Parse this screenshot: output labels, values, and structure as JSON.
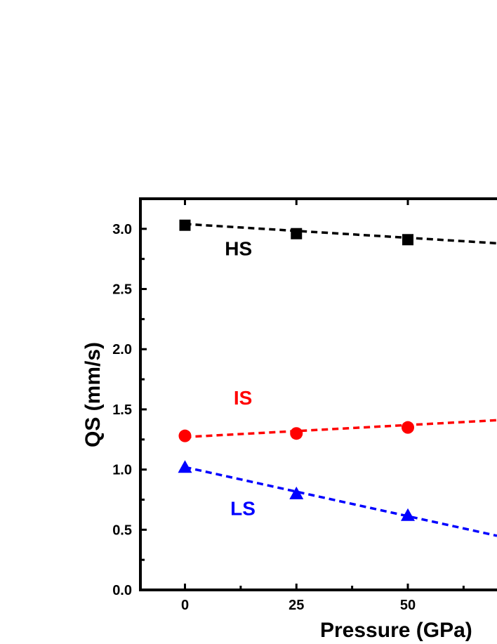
{
  "chart_data": {
    "type": "line",
    "xlabel": "Pressure (GPa)",
    "ylabel": "QS (mm/s)",
    "xlim": [
      -10,
      70
    ],
    "ylim": [
      0.0,
      3.25
    ],
    "x_ticks": [
      0,
      25,
      50
    ],
    "x_tick_labels": [
      "0",
      "25",
      "50"
    ],
    "y_ticks": [
      0.0,
      0.5,
      1.0,
      1.5,
      2.0,
      2.5,
      3.0
    ],
    "y_tick_labels": [
      "0.0",
      "0.5",
      "1.0",
      "1.5",
      "2.0",
      "2.5",
      "3.0"
    ],
    "x": [
      0,
      25,
      50
    ],
    "series": [
      {
        "name": "HS",
        "color": "#000000",
        "marker": "square",
        "values": [
          3.03,
          2.96,
          2.91
        ],
        "trend": [
          [
            0,
            3.04
          ],
          [
            70,
            2.88
          ]
        ],
        "label_pos": [
          12,
          2.78
        ]
      },
      {
        "name": "IS",
        "color": "#ff0000",
        "marker": "circle",
        "values": [
          1.28,
          1.3,
          1.35
        ],
        "trend": [
          [
            0,
            1.27
          ],
          [
            70,
            1.41
          ]
        ],
        "label_pos": [
          13,
          1.54
        ]
      },
      {
        "name": "LS",
        "color": "#0000ff",
        "marker": "triangle",
        "values": [
          1.02,
          0.8,
          0.62
        ],
        "trend": [
          [
            0,
            1.02
          ],
          [
            70,
            0.45
          ]
        ],
        "label_pos": [
          13,
          0.62
        ]
      }
    ]
  }
}
